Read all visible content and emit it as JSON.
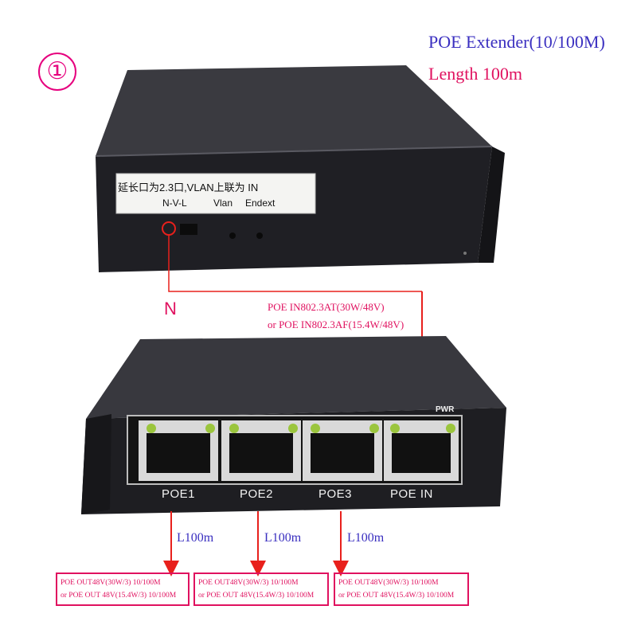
{
  "badge": "①",
  "title": {
    "line1": "POE Extender(10/100M)",
    "line2": "Length 100m"
  },
  "top_device": {
    "sticker_line1": "延长口为2.3口,VLAN上联为 IN",
    "sticker_labels": [
      "N-V-L",
      "Vlan",
      "Endext"
    ]
  },
  "switch_annotation": "N",
  "poe_in_note": {
    "line1": "POE IN802.3AT(30W/48V)",
    "line2": "or POE IN802.3AF(15.4W/48V)"
  },
  "bottom_device": {
    "pwr_label": "PWR",
    "ports": [
      "POE1",
      "POE2",
      "POE3",
      "POE IN"
    ]
  },
  "lengths": [
    "L100m",
    "L100m",
    "L100m"
  ],
  "outputs": [
    {
      "line1": "POE OUT48V(30W/3) 10/100M",
      "line2": "or POE OUT 48V(15.4W/3) 10/100M"
    },
    {
      "line1": "POE OUT48V(30W/3) 10/100M",
      "line2": "or POE OUT 48V(15.4W/3) 10/100M"
    },
    {
      "line1": "POE OUT48V(30W/3) 10/100M",
      "line2": "or POE OUT 48V(15.4W/3) 10/100M"
    }
  ],
  "colors": {
    "magenta": "#e0115f",
    "blue": "#3a2fc0",
    "arrow_red": "#e8201c",
    "chassis": "#1e1e22"
  }
}
